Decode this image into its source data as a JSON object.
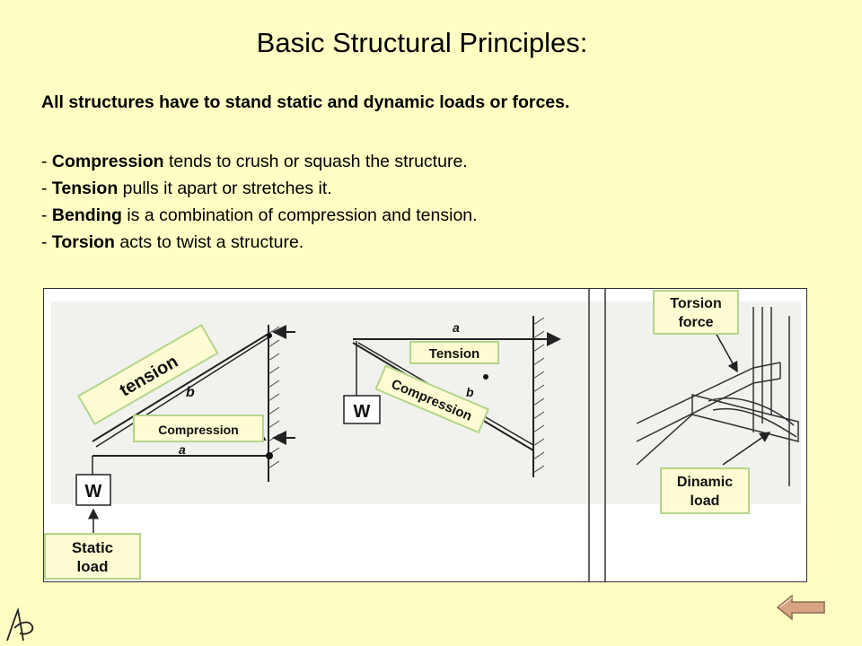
{
  "title": "Basic Structural Principles:",
  "intro": "All structures have to stand static and dynamic loads or forces.",
  "bullets": [
    {
      "prefix": "- ",
      "term": "Compression",
      "text": " tends to crush or squash the structure."
    },
    {
      "prefix": "- ",
      "term": "Tension",
      "text": " pulls it apart or stretches it."
    },
    {
      "prefix": "- ",
      "term": "Bending",
      "text": " is a combination of compression and tension."
    },
    {
      "prefix": "- ",
      "term": "Torsion",
      "text": " acts to twist a structure."
    }
  ],
  "figure": {
    "left": {
      "tension": "tension",
      "compression": "Compression",
      "weight": "W",
      "member_b": "b",
      "member_a": "a",
      "static_load": [
        "Static",
        "load"
      ]
    },
    "middle": {
      "tension": "Tension",
      "compression": "Compression",
      "weight": "W",
      "member_a": "a",
      "member_b": "b"
    },
    "right": {
      "torsion_force": [
        "Torsion",
        "force"
      ],
      "dinamic_load": [
        "Dinamic",
        "load"
      ]
    }
  },
  "colors": {
    "background": "#ffffc4",
    "label_box_fill": "#fdfcd2",
    "label_box_border": "#b5d58a",
    "nav_button": "#d7a483"
  },
  "icons": {
    "back": "arrow-left-icon",
    "signature": "handwritten-signature"
  }
}
